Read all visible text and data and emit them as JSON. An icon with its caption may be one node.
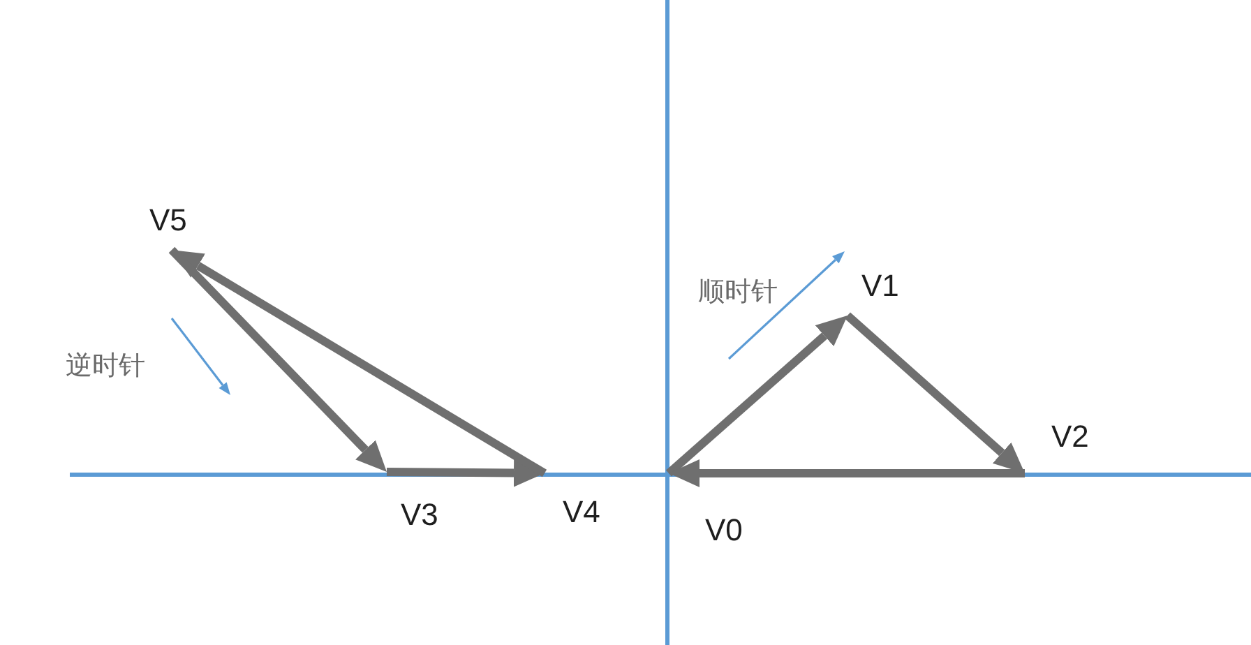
{
  "diagram": {
    "nodes": [
      {
        "text": [
          "V0"
        ]
      },
      {
        "text": [
          "V1"
        ]
      },
      {
        "text": [
          "V2"
        ]
      },
      {
        "text": [
          "V3"
        ]
      },
      {
        "text": [
          "V4"
        ]
      },
      {
        "text": [
          "V5"
        ]
      }
    ],
    "edges": [
      {
        "from": 0,
        "to": 1,
        "arrow": "to"
      },
      {
        "from": 1,
        "to": 2,
        "arrow": "to"
      },
      {
        "from": 2,
        "to": 0,
        "arrow": "to"
      },
      {
        "from": 3,
        "to": 4,
        "arrow": "to"
      },
      {
        "from": 4,
        "to": 5,
        "arrow": "to"
      },
      {
        "from": 5,
        "to": 3,
        "arrow": "to"
      }
    ],
    "labels": [
      "顺时针",
      "逆时针"
    ]
  }
}
